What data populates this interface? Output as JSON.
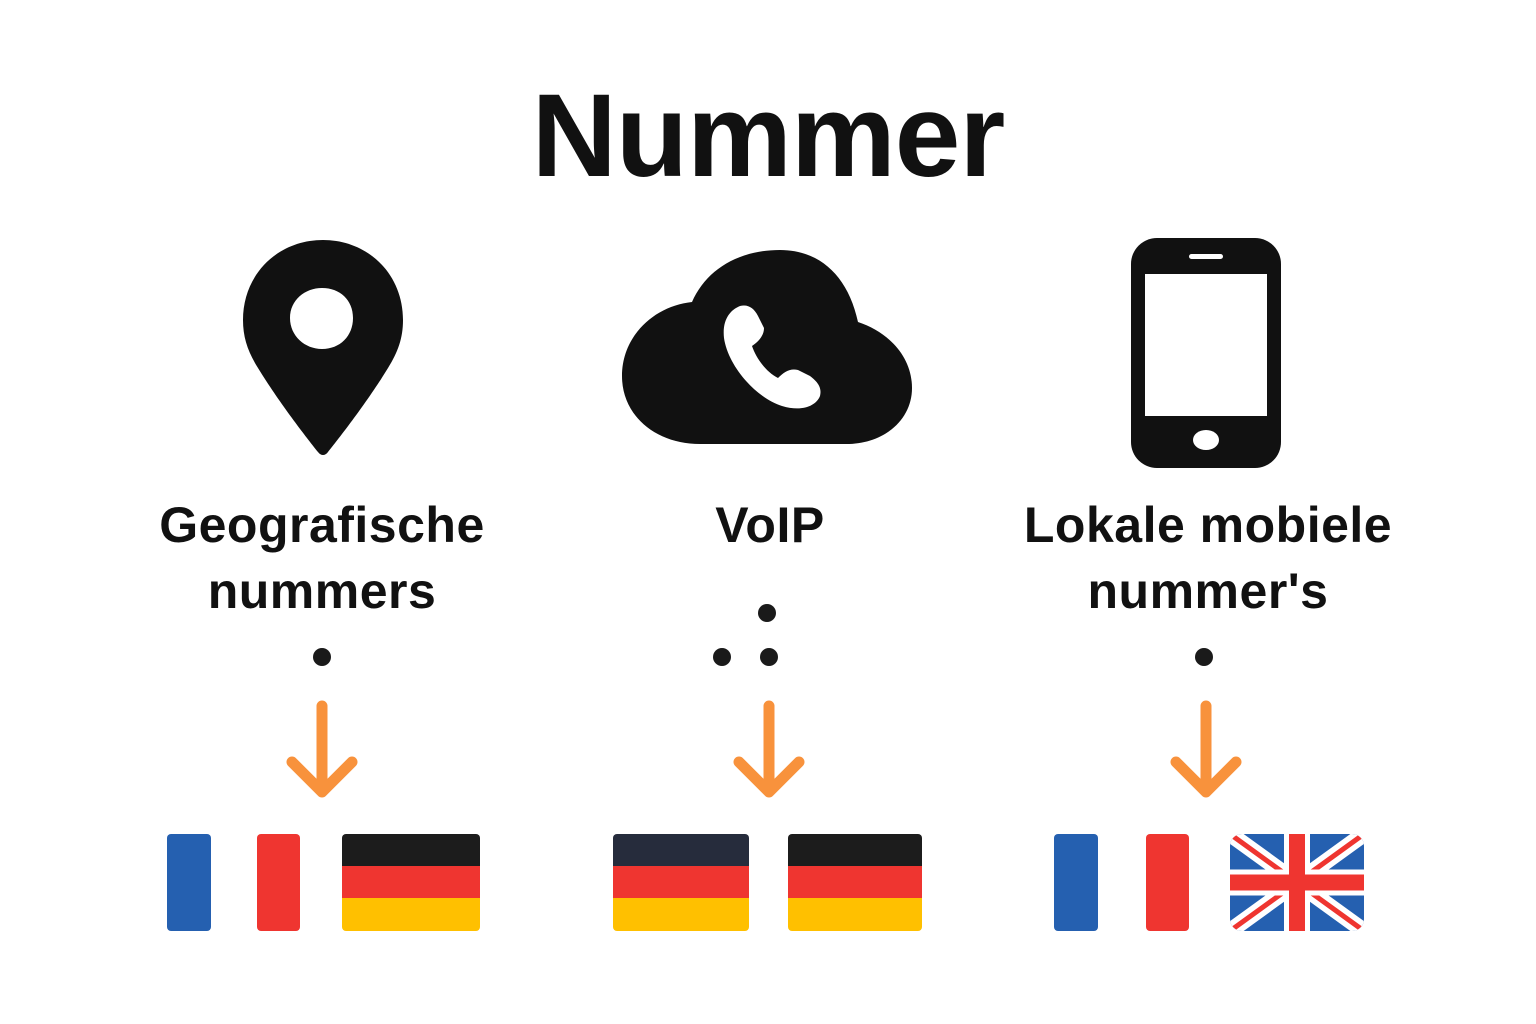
{
  "title": "Nummer",
  "columns": [
    {
      "icon": "location-pin-icon",
      "label_line1": "Geografische",
      "label_line2": "nummers",
      "flags": [
        "france-flag",
        "germany-flag"
      ]
    },
    {
      "icon": "cloud-phone-icon",
      "label_line1": "VoIP",
      "flags": [
        "germany-flag",
        "germany-flag"
      ]
    },
    {
      "icon": "smartphone-icon",
      "label_line1": "Lokale mobiele",
      "label_line2": "nummer's",
      "flags": [
        "france-flag",
        "uk-flag"
      ]
    }
  ],
  "colors": {
    "arrow": "#f8923c",
    "blue": "#2560b0",
    "red": "#ef3530",
    "yellow": "#ffc000",
    "black": "#1a1a1a"
  }
}
